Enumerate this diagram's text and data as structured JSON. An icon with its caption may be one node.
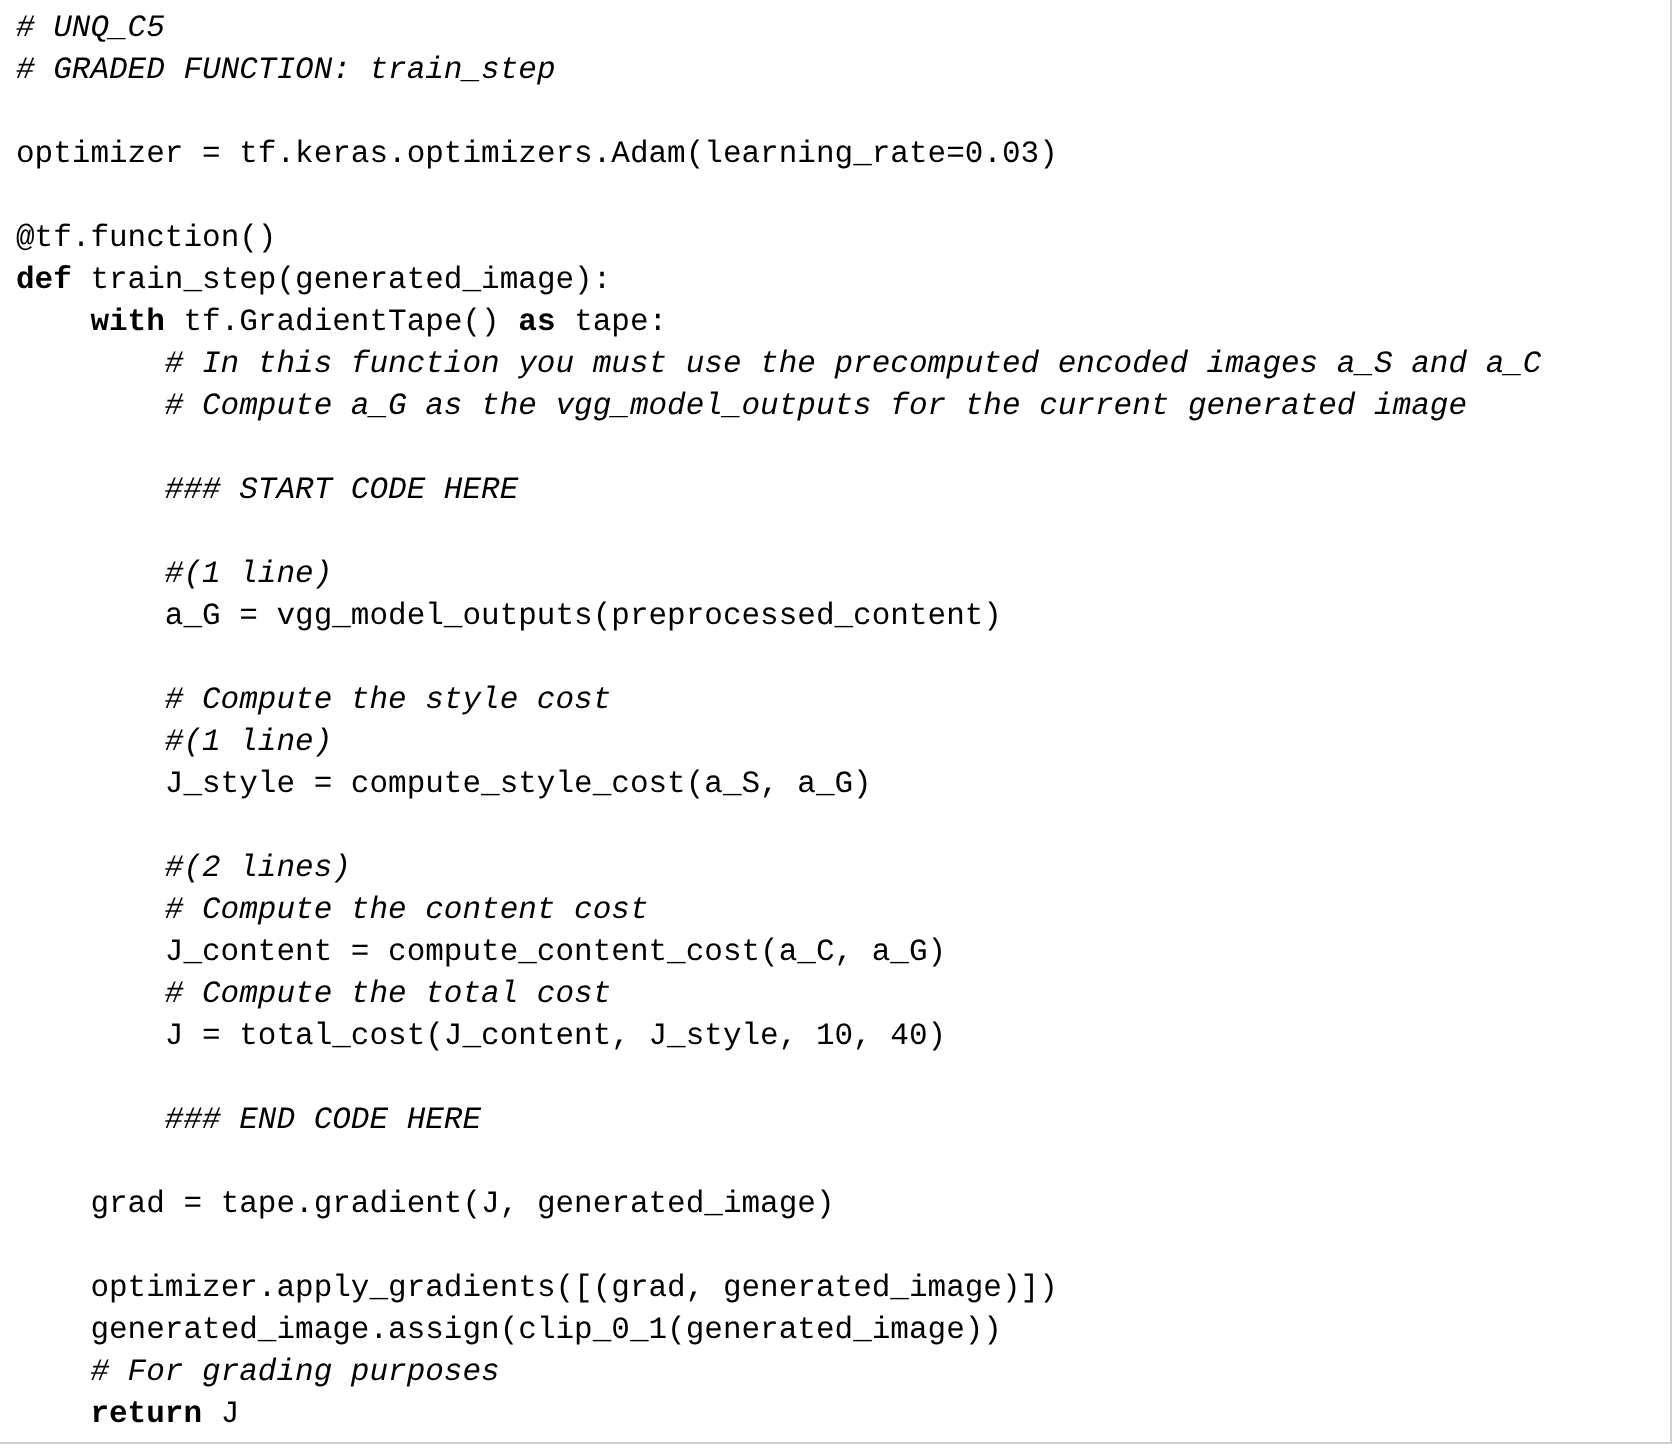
{
  "diagram": {
    "labels": [
      "*# UNQ_C5*",
      "*# GRADED FUNCTION: train_step*",
      "optimizer = tf.keras.optimizers.Adam(learning_rate=0.03)",
      "@tf.function()",
      "**def** train_step(generated_image):",
      "**with** tf.GradientTape() **as** tape:",
      "*# In this function you must use the precomputed encoded images a_S and a_C*",
      "*# Compute a_G as the vgg_model_outputs for the current generated image*",
      "*### START CODE HERE*",
      "*#(1 line)*",
      "a_G = vgg_model_outputs(preprocessed_content)",
      "*# Compute the style cost*",
      "*#(1 line)*",
      "J_style = compute_style_cost(a_S, a_G)",
      "*#(2 lines)*",
      "*# Compute the content cost*",
      "J_content = compute_content_cost(a_C, a_G)",
      "*# Compute the total cost*",
      "J = total_cost(J_content, J_style, 10, 40)",
      "*### END CODE HERE*",
      "grad = tape.gradient(J, generated_image)",
      "optimizer.apply_gradients([(grad, generated_image)])",
      "generated_image.assign(clip_0_1(generated_image))",
      "*# For grading purposes*",
      "**return** J"
    ]
  }
}
